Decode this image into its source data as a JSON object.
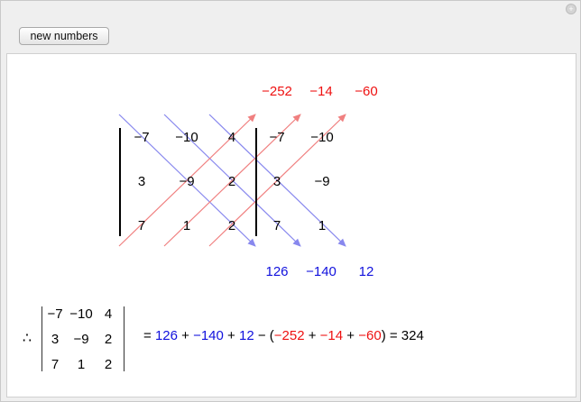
{
  "controls": {
    "button_label": "new numbers",
    "corner_icon": "plus-icon"
  },
  "matrix": {
    "rows": [
      [
        "−7",
        "−10",
        "4"
      ],
      [
        "3",
        "−9",
        "2"
      ],
      [
        "7",
        "1",
        "2"
      ]
    ],
    "extended_cols": [
      [
        "−7",
        "−10"
      ],
      [
        "3",
        "−9"
      ],
      [
        "7",
        "1"
      ]
    ]
  },
  "products": {
    "top": [
      "−252",
      "−14",
      "−60"
    ],
    "bottom": [
      "126",
      "−140",
      "12"
    ]
  },
  "result": {
    "therefore": "∴",
    "eq1": "= ",
    "p1": "126",
    "plus1": " + ",
    "p2": "−140",
    "plus2": " + ",
    "p3": "12",
    "minus_open": " − (",
    "n1": "−252",
    "plus3": " + ",
    "n2": "−14",
    "plus4": " + ",
    "n3": "−60",
    "close": ") = 324"
  },
  "colors": {
    "positive": "#1111dd",
    "negative": "#ee1111",
    "positive_line": "#8888ee",
    "negative_line": "#f08080"
  }
}
